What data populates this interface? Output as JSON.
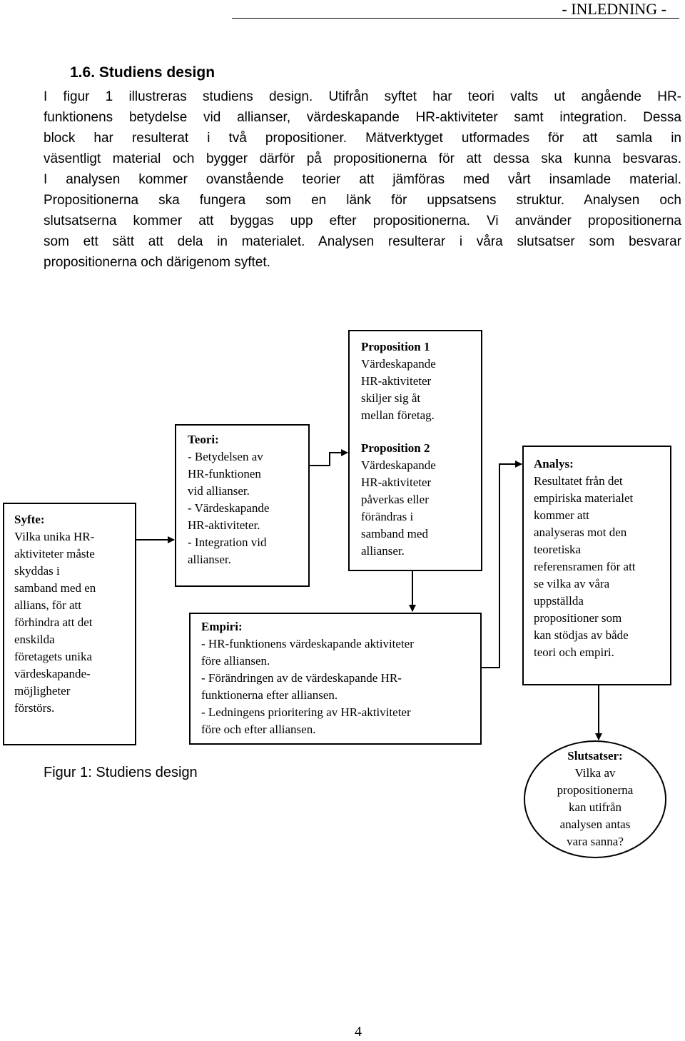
{
  "header": {
    "running_title": "- INLEDNING -"
  },
  "section": {
    "title": "1.6. Studiens design"
  },
  "paragraph": {
    "lines": [
      "I figur 1 illustreras studiens design. Utifrån syftet har teori valts ut angående HR-",
      "funktionens betydelse vid allianser, värdeskapande HR-aktiviteter samt integration. Dessa",
      "block har resulterat i två propositioner. Mätverktyget utformades för att samla in",
      "väsentligt material och bygger därför på propositionerna för att dessa ska kunna besvaras.",
      "I analysen kommer ovanstående teorier att jämföras med vårt insamlade material.",
      "Propositionerna ska fungera som en länk för uppsatsens struktur. Analysen och",
      "slutsatserna kommer att byggas upp efter propositionerna. Vi använder propositionerna",
      "som ett sätt att dela in materialet. Analysen resulterar i våra slutsatser som besvarar",
      "propositionerna och därigenom syftet."
    ]
  },
  "diagram": {
    "syfte": {
      "title": "Syfte:",
      "lines": [
        "Vilka unika HR-",
        "aktiviteter måste",
        "skyddas i",
        "samband med en",
        "allians, för att",
        "förhindra att det",
        "enskilda",
        "företagets unika",
        "värdeskapande-",
        "möjligheter",
        "förstörs."
      ]
    },
    "teori": {
      "title": "Teori:",
      "lines": [
        "- Betydelsen av",
        "HR-funktionen",
        "vid allianser.",
        "- Värdeskapande",
        "HR-aktiviteter.",
        "- Integration vid",
        "allianser."
      ]
    },
    "proposition1": {
      "title": "Proposition 1",
      "lines": [
        "Värdeskapande",
        "HR-aktiviteter",
        "skiljer sig åt",
        "mellan företag."
      ]
    },
    "proposition2": {
      "title": "Proposition 2",
      "lines": [
        "Värdeskapande",
        "HR-aktiviteter",
        "påverkas eller",
        "förändras i",
        "samband med",
        "allianser."
      ]
    },
    "empiri": {
      "title": "Empiri:",
      "lines": [
        "- HR-funktionens värdeskapande aktiviteter",
        "före alliansen.",
        "- Förändringen av de värdeskapande HR-",
        "funktionerna efter alliansen.",
        "- Ledningens prioritering av HR-aktiviteter",
        "före och efter alliansen."
      ]
    },
    "analys": {
      "title": "Analys:",
      "lines": [
        "Resultatet från det",
        "empiriska materialet",
        "kommer att",
        "analyseras mot den",
        "teoretiska",
        "referensramen för att",
        "se vilka av våra",
        "uppställda",
        "propositioner som",
        "kan stödjas av både",
        "teori och empiri."
      ]
    },
    "slutsatser": {
      "title": "Slutsatser:",
      "lines": [
        "Vilka av",
        "propositionerna",
        "kan utifrån",
        "analysen antas",
        "vara sanna?"
      ]
    }
  },
  "caption": "Figur 1: Studiens design",
  "page_number": "4"
}
